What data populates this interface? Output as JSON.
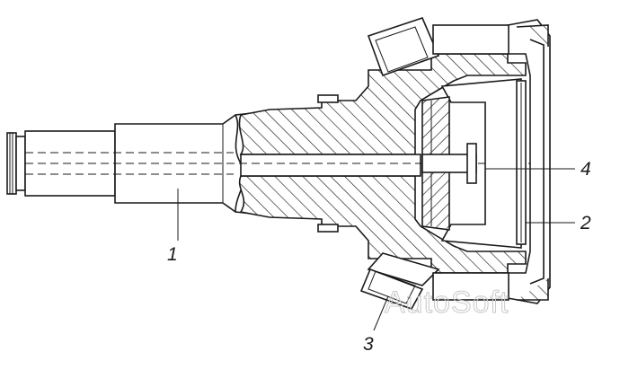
{
  "diagram": {
    "callouts": [
      {
        "id": "shaft",
        "number": "1"
      },
      {
        "id": "ring",
        "number": "2"
      },
      {
        "id": "roller-bearing",
        "number": "3"
      },
      {
        "id": "cone-cup",
        "number": "4"
      }
    ],
    "watermark": "AutoSoft"
  }
}
